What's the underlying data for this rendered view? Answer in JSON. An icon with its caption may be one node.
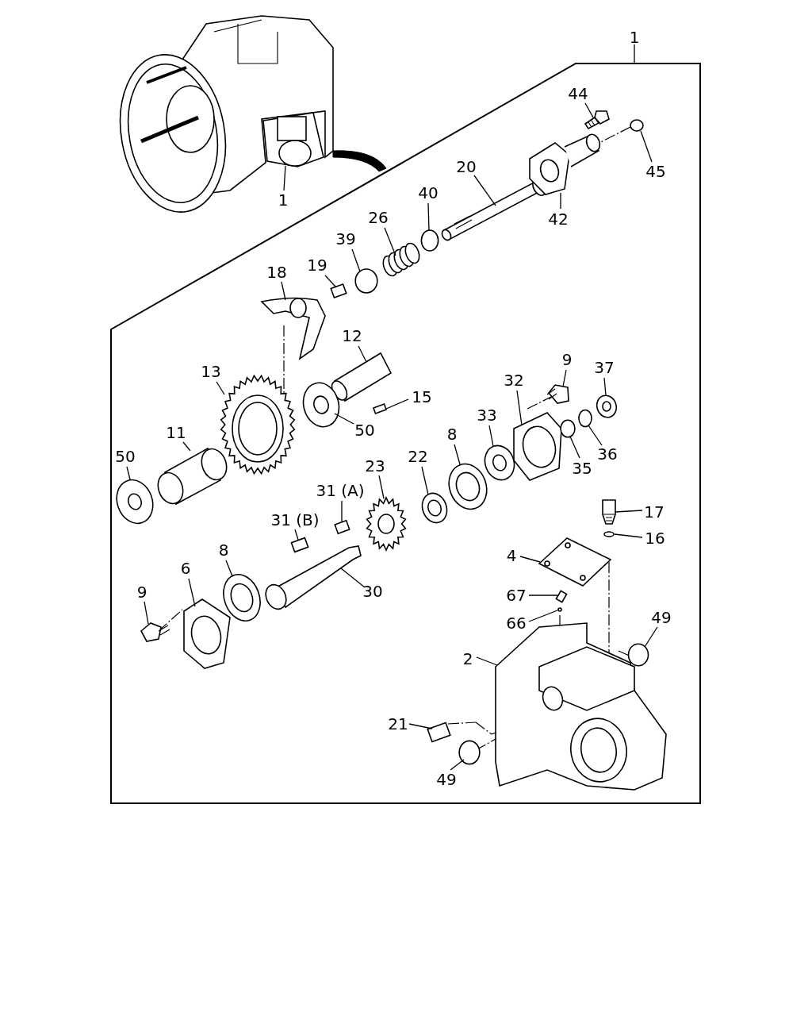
{
  "diagram": {
    "nodes": [
      {
        "text": [
          "1"
        ]
      },
      {
        "text": [
          "1"
        ]
      },
      {
        "text": [
          "44"
        ]
      },
      {
        "text": [
          "45"
        ]
      },
      {
        "text": [
          "20"
        ]
      },
      {
        "text": [
          "42"
        ]
      },
      {
        "text": [
          "40"
        ]
      },
      {
        "text": [
          "26"
        ]
      },
      {
        "text": [
          "39"
        ]
      },
      {
        "text": [
          "19"
        ]
      },
      {
        "text": [
          "18"
        ]
      },
      {
        "text": [
          "12"
        ]
      },
      {
        "text": [
          "15"
        ]
      },
      {
        "text": [
          "13"
        ]
      },
      {
        "text": [
          "9"
        ]
      },
      {
        "text": [
          "37"
        ]
      },
      {
        "text": [
          "32"
        ]
      },
      {
        "text": [
          "50"
        ]
      },
      {
        "text": [
          "11"
        ]
      },
      {
        "text": [
          "50"
        ]
      },
      {
        "text": [
          "33"
        ]
      },
      {
        "text": [
          "8"
        ]
      },
      {
        "text": [
          "22"
        ]
      },
      {
        "text": [
          "23"
        ]
      },
      {
        "text": [
          "35"
        ]
      },
      {
        "text": [
          "36"
        ]
      },
      {
        "text": [
          "31 (A)"
        ]
      },
      {
        "text": [
          "31 (B)"
        ]
      },
      {
        "text": [
          "17"
        ]
      },
      {
        "text": [
          "16"
        ]
      },
      {
        "text": [
          "4"
        ]
      },
      {
        "text": [
          "8"
        ]
      },
      {
        "text": [
          "6"
        ]
      },
      {
        "text": [
          "9"
        ]
      },
      {
        "text": [
          "30"
        ]
      },
      {
        "text": [
          "67"
        ]
      },
      {
        "text": [
          "66"
        ]
      },
      {
        "text": [
          "49"
        ]
      },
      {
        "text": [
          "2"
        ]
      },
      {
        "text": [
          "21"
        ]
      },
      {
        "text": [
          "49"
        ]
      },
      {
        "text": [],
        "shape": "picture"
      },
      {
        "text": [],
        "shape": "picture"
      },
      {
        "text": [],
        "shape": "circle"
      },
      {
        "text": [],
        "shape": "picture"
      },
      {
        "text": [],
        "shape": "picture"
      },
      {
        "text": [],
        "shape": "circle"
      },
      {
        "text": [],
        "shape": "picture"
      },
      {
        "text": [],
        "shape": "circle"
      },
      {
        "text": [],
        "shape": "box"
      },
      {
        "text": [],
        "shape": "picture"
      },
      {
        "text": [],
        "shape": "picture"
      },
      {
        "text": [],
        "shape": "box"
      },
      {
        "text": [],
        "shape": "picture"
      },
      {
        "text": [],
        "shape": "picture"
      },
      {
        "text": [],
        "shape": "picture"
      },
      {
        "text": [],
        "shape": "picture"
      },
      {
        "text": [],
        "shape": "picture"
      },
      {
        "text": [],
        "shape": "picture"
      },
      {
        "text": [],
        "shape": "picture"
      },
      {
        "text": [],
        "shape": "picture"
      },
      {
        "text": [],
        "shape": "picture"
      },
      {
        "text": [],
        "shape": "picture"
      },
      {
        "text": [],
        "shape": "picture"
      },
      {
        "text": [],
        "shape": "circle"
      },
      {
        "text": [],
        "shape": "circle"
      },
      {
        "text": [],
        "shape": "box"
      },
      {
        "text": [],
        "shape": "box"
      },
      {
        "text": [],
        "shape": "picture"
      },
      {
        "text": [],
        "shape": "circle"
      },
      {
        "text": [],
        "shape": "picture"
      },
      {
        "text": [],
        "shape": "picture"
      },
      {
        "text": [],
        "shape": "picture"
      },
      {
        "text": [],
        "shape": "picture"
      },
      {
        "text": [],
        "shape": "picture"
      },
      {
        "text": [],
        "shape": "box"
      },
      {
        "text": [],
        "shape": "circle"
      },
      {
        "text": [],
        "shape": "circle"
      },
      {
        "text": [],
        "shape": "picture"
      },
      {
        "text": [],
        "shape": "box"
      },
      {
        "text": [],
        "shape": "circle"
      }
    ],
    "edges": [
      {
        "from": 0,
        "to": null,
        "arrow": "none"
      },
      {
        "from": 1,
        "to": 41,
        "arrow": "none"
      },
      {
        "from": 2,
        "to": 42,
        "arrow": "none"
      },
      {
        "from": 3,
        "to": 43,
        "arrow": "none"
      },
      {
        "from": 4,
        "to": 44,
        "arrow": "none"
      },
      {
        "from": 5,
        "to": 45,
        "arrow": "none"
      },
      {
        "from": 6,
        "to": 46,
        "arrow": "none"
      },
      {
        "from": 7,
        "to": 47,
        "arrow": "none"
      },
      {
        "from": 8,
        "to": 48,
        "arrow": "none"
      },
      {
        "from": 9,
        "to": 49,
        "arrow": "none"
      },
      {
        "from": 10,
        "to": 50,
        "arrow": "none"
      },
      {
        "from": 11,
        "to": 51,
        "arrow": "none"
      },
      {
        "from": 12,
        "to": 52,
        "arrow": "none"
      },
      {
        "from": 13,
        "to": 53,
        "arrow": "none"
      },
      {
        "from": 14,
        "to": 54,
        "arrow": "none"
      },
      {
        "from": 15,
        "to": 55,
        "arrow": "none"
      },
      {
        "from": 16,
        "to": 56,
        "arrow": "none"
      },
      {
        "from": 17,
        "to": 57,
        "arrow": "none"
      },
      {
        "from": 18,
        "to": 58,
        "arrow": "none"
      },
      {
        "from": 19,
        "to": 59,
        "arrow": "none"
      },
      {
        "from": 20,
        "to": 60,
        "arrow": "none"
      },
      {
        "from": 21,
        "to": 61,
        "arrow": "none"
      },
      {
        "from": 22,
        "to": 62,
        "arrow": "none"
      },
      {
        "from": 23,
        "to": 63,
        "arrow": "none"
      },
      {
        "from": 24,
        "to": 64,
        "arrow": "none"
      },
      {
        "from": 25,
        "to": 65,
        "arrow": "none"
      },
      {
        "from": 26,
        "to": 66,
        "arrow": "none"
      },
      {
        "from": 27,
        "to": 67,
        "arrow": "none"
      },
      {
        "from": 28,
        "to": 68,
        "arrow": "none"
      },
      {
        "from": 29,
        "to": 69,
        "arrow": "none"
      },
      {
        "from": 30,
        "to": 70,
        "arrow": "none"
      },
      {
        "from": 31,
        "to": 71,
        "arrow": "none"
      },
      {
        "from": 32,
        "to": 72,
        "arrow": "none"
      },
      {
        "from": 33,
        "to": 73,
        "arrow": "none"
      },
      {
        "from": 34,
        "to": 74,
        "arrow": "none"
      },
      {
        "from": 35,
        "to": 75,
        "arrow": "none"
      },
      {
        "from": 36,
        "to": 76,
        "arrow": "none"
      },
      {
        "from": 37,
        "to": 77,
        "arrow": "none"
      },
      {
        "from": 38,
        "to": 78,
        "arrow": "none"
      },
      {
        "from": 39,
        "to": 79,
        "arrow": "none"
      },
      {
        "from": 40,
        "to": 80,
        "arrow": "none"
      }
    ]
  }
}
